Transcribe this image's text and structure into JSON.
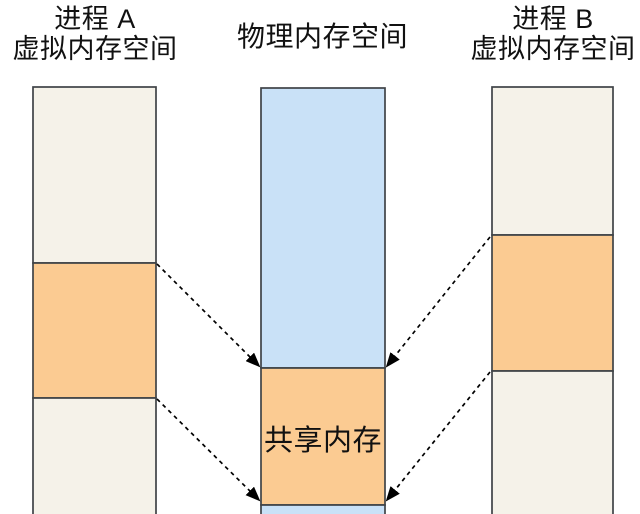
{
  "titles": {
    "left": {
      "line1": "进程 A",
      "line2": "虚拟内存空间"
    },
    "center": {
      "line1": "物理内存空间"
    },
    "right": {
      "line1": "进程 B",
      "line2": "虚拟内存空间"
    }
  },
  "labels": {
    "shared_memory": "共享内存"
  },
  "colors": {
    "background": "#FFFFFF",
    "cream": "#F5F2E9",
    "orange": "#FBCB92",
    "blue": "#C9E1F7",
    "border": "#3F4347",
    "arrow": "#000000",
    "text": "#111111"
  },
  "structure": {
    "columns": [
      {
        "id": "process-a-virtual-memory",
        "segments": [
          "unmapped",
          "shared-mapped",
          "unmapped"
        ]
      },
      {
        "id": "physical-memory",
        "segments": [
          "physical",
          "shared-memory",
          "physical"
        ]
      },
      {
        "id": "process-b-virtual-memory",
        "segments": [
          "unmapped",
          "shared-mapped",
          "unmapped"
        ]
      }
    ],
    "arrows": [
      {
        "from": "process-a-shared-segment-top",
        "to": "shared-memory-top-left"
      },
      {
        "from": "process-a-shared-segment-bottom",
        "to": "shared-memory-bottom-left"
      },
      {
        "from": "process-b-shared-segment-top",
        "to": "shared-memory-top-right"
      },
      {
        "from": "process-b-shared-segment-bottom",
        "to": "shared-memory-bottom-right"
      }
    ]
  }
}
